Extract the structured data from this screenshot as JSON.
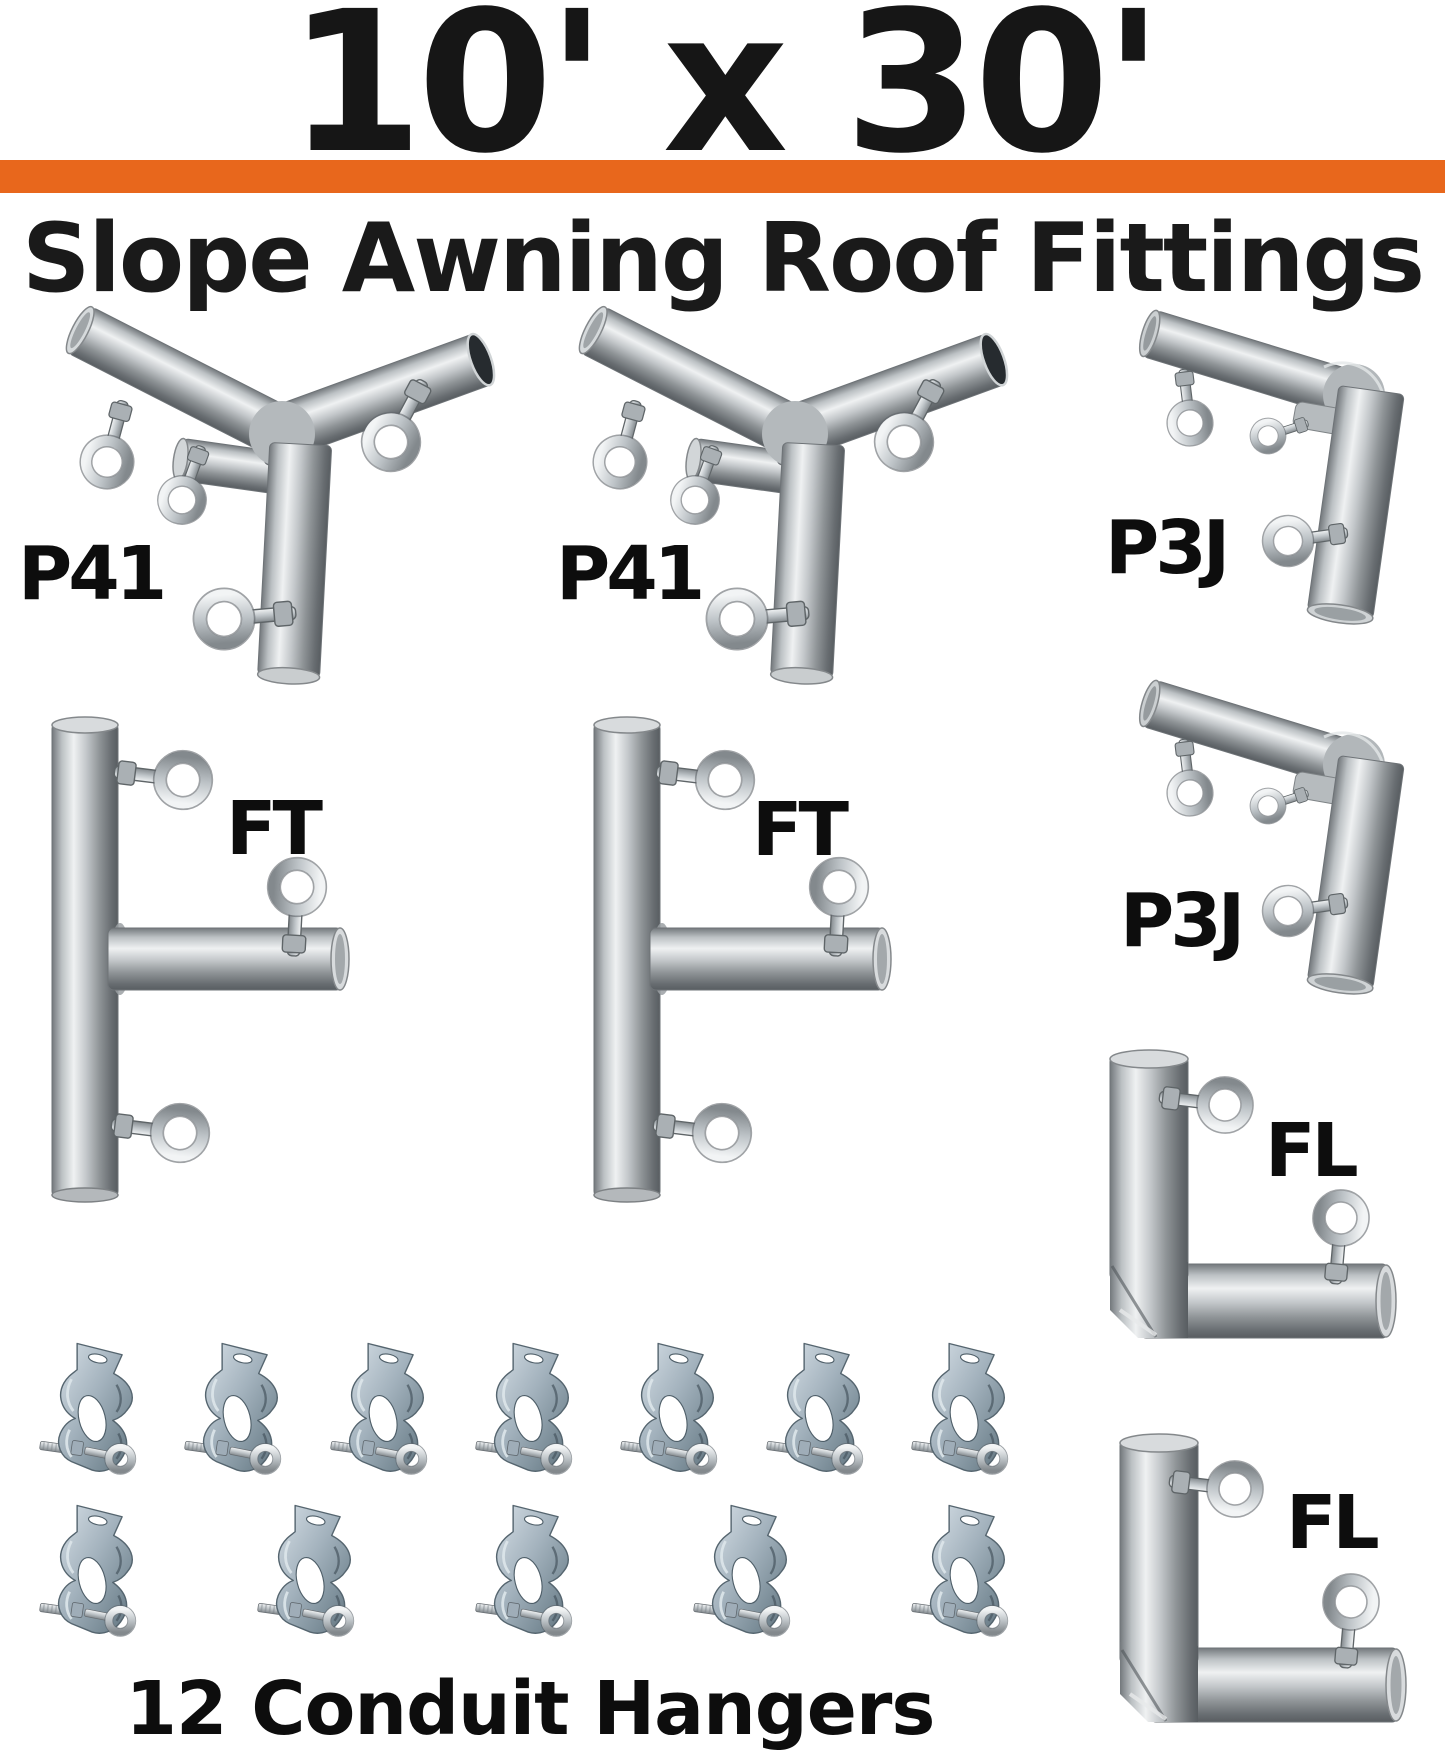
{
  "header": {
    "title": "10' x 30'",
    "subtitle": "Slope Awning Roof Fittings"
  },
  "colors": {
    "divider_orange": "#e8671c",
    "text_black": "#141414",
    "background": "#ffffff",
    "fitting_silver": "#c3c7ca",
    "hanger_blue_steel": "#a3b2bd"
  },
  "fittings": [
    {
      "id": "p41-left",
      "label": "P41"
    },
    {
      "id": "p41-right",
      "label": "P41"
    },
    {
      "id": "p3j-top",
      "label": "P3J"
    },
    {
      "id": "ft-left",
      "label": "FT"
    },
    {
      "id": "ft-right",
      "label": "FT"
    },
    {
      "id": "p3j-middle",
      "label": "P3J"
    },
    {
      "id": "fl-upper",
      "label": "FL"
    },
    {
      "id": "fl-lower",
      "label": "FL"
    }
  ],
  "hangers": {
    "count": 12,
    "caption": "12 Conduit Hangers"
  }
}
